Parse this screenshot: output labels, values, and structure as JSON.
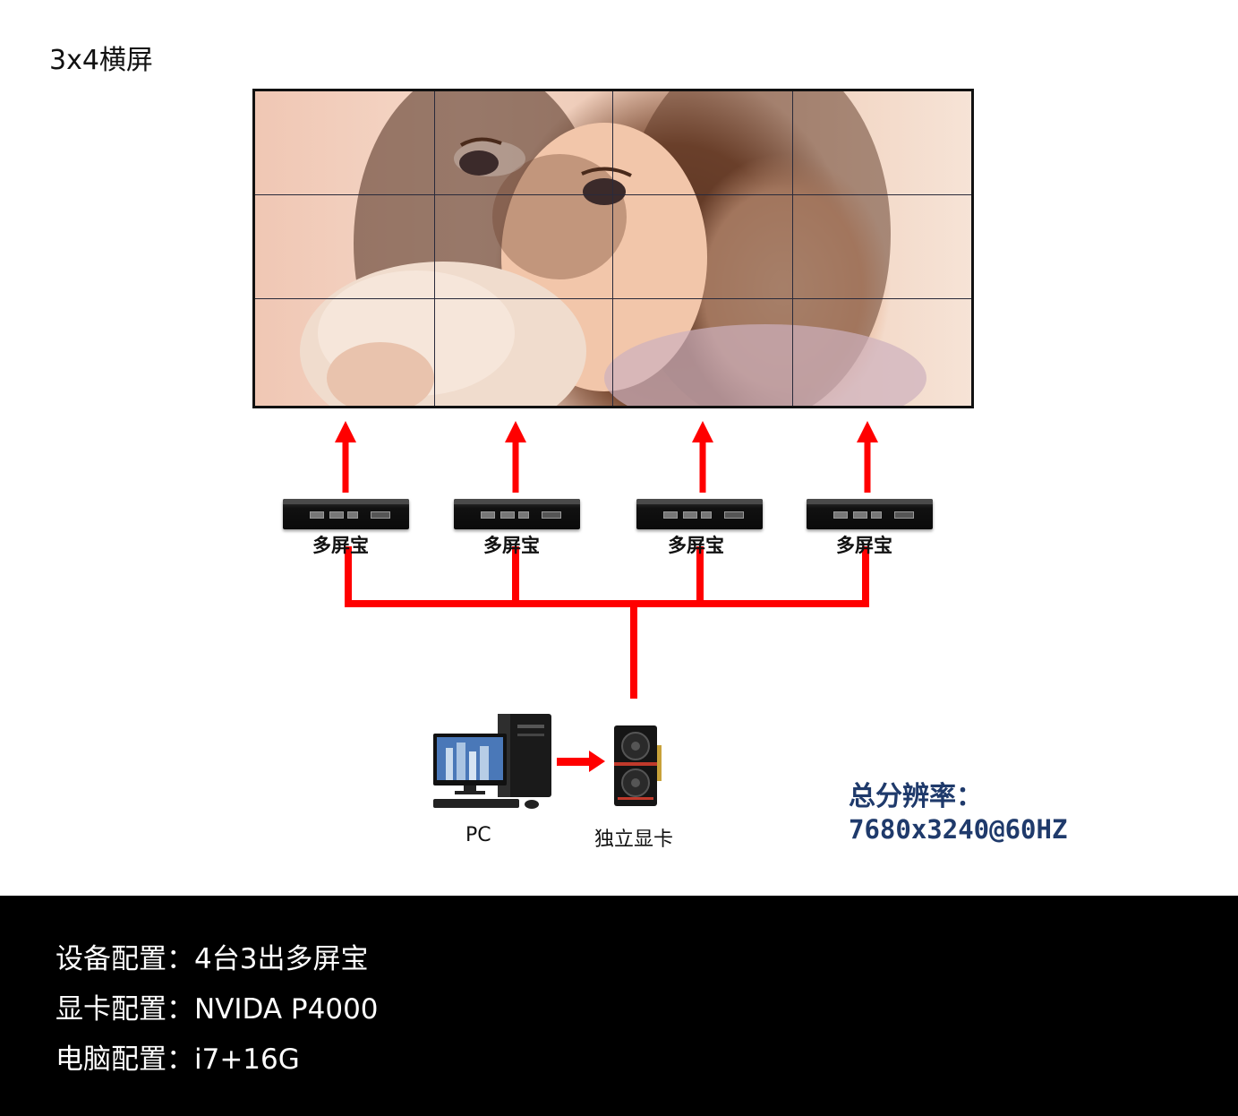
{
  "title": "3x4横屏",
  "wall": {
    "rows": 3,
    "cols": 4
  },
  "devices": [
    {
      "label": "多屏宝"
    },
    {
      "label": "多屏宝"
    },
    {
      "label": "多屏宝"
    },
    {
      "label": "多屏宝"
    }
  ],
  "pc_label": "PC",
  "gpu_label": "独立显卡",
  "resolution": {
    "title": "总分辨率：",
    "value": "7680x3240@60HZ"
  },
  "footer": {
    "device_config": "设备配置：4台3出多屏宝",
    "gpu_config": "显卡配置：NVIDA P4000",
    "pc_config": "电脑配置：i7+16G"
  },
  "colors": {
    "arrow": "#ff0000",
    "resolution_text": "#1f3a6b",
    "footer_bg": "#000000"
  }
}
